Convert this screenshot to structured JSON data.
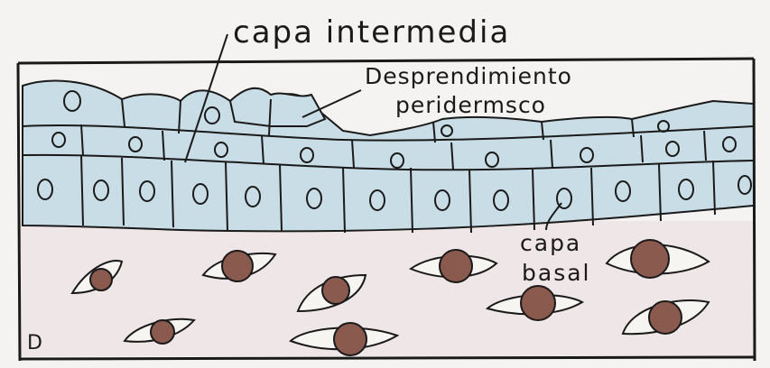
{
  "labels": {
    "intermediate_layer": "capa intermedia",
    "peridermal_shedding_line1": "Desprendimiento",
    "peridermal_shedding_line2": "peridermsco",
    "basal_layer_line1": "capa",
    "basal_layer_line2": "basal",
    "corner_mark": "D"
  },
  "colors": {
    "ink": "#1a1a1a",
    "epithelium_fill": "#c9dde6",
    "paper": "#f4f3f1",
    "connective_tissue": "#efe7e7",
    "fibroblast_nucleus": "#8a5a4e"
  }
}
